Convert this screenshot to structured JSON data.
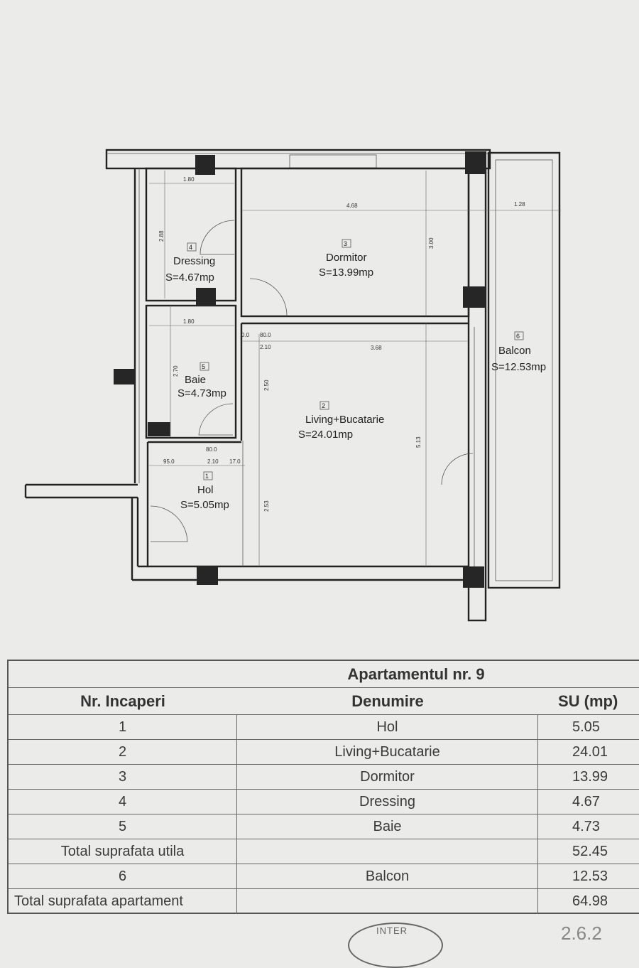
{
  "plan": {
    "rooms": [
      {
        "num": "1",
        "name": "Hol",
        "area": "S=5.05mp"
      },
      {
        "num": "2",
        "name": "Living+Bucatarie",
        "area": "S=24.01mp"
      },
      {
        "num": "3",
        "name": "Dormitor",
        "area": "S=13.99mp"
      },
      {
        "num": "4",
        "name": "Dressing",
        "area": "S=4.67mp"
      },
      {
        "num": "5",
        "name": "Baie",
        "area": "S=4.73mp"
      },
      {
        "num": "6",
        "name": "Balcon",
        "area": "S=12.53mp"
      }
    ],
    "dims": {
      "dressing_w": "1.80",
      "dressing_h": "2.88",
      "dormitor_w": "4.68",
      "dormitor_h": "3.00",
      "balcon_w": "1.28",
      "baie_w": "1.80",
      "baie_h": "2.70",
      "door_a": "0.0",
      "door_b": "80.0",
      "corr_w": "2.10",
      "living_w": "3.68",
      "living_h1": "2.50",
      "living_h2": "2.53",
      "living_total": "5.13",
      "hol_a": "95.0",
      "hol_b": "80.0",
      "hol_c": "2.10",
      "hol_d": "17.0"
    }
  },
  "table": {
    "title": "Apartamentul nr. 9",
    "headers": [
      "Nr. Incaperi",
      "Denumire",
      "SU (mp)"
    ],
    "rows": [
      {
        "nr": "1",
        "name": "Hol",
        "su": "5.05"
      },
      {
        "nr": "2",
        "name": "Living+Bucatarie",
        "su": "24.01"
      },
      {
        "nr": "3",
        "name": "Dormitor",
        "su": "13.99"
      },
      {
        "nr": "4",
        "name": "Dressing",
        "su": "4.67"
      },
      {
        "nr": "5",
        "name": "Baie",
        "su": "4.73"
      },
      {
        "nr": "Total suprafata utila",
        "name": "",
        "su": "52.45"
      },
      {
        "nr": "6",
        "name": "Balcon",
        "su": "12.53"
      },
      {
        "nr": "Total suprafata apartament",
        "name": "",
        "su": "64.98"
      }
    ]
  },
  "stamp": {
    "text": "INTER"
  },
  "corner": {
    "text": "2.6.2"
  }
}
